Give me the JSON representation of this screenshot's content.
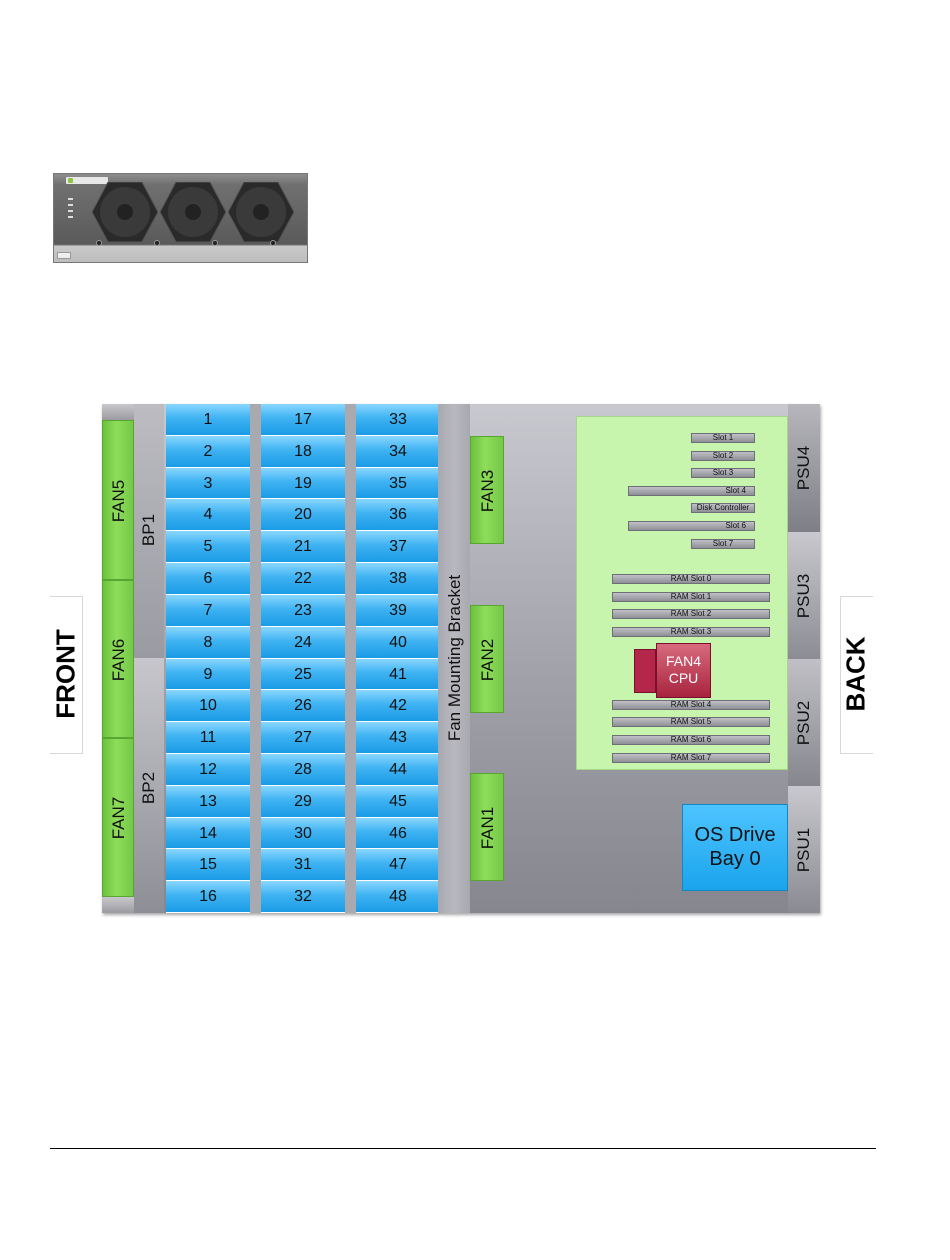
{
  "side_labels": {
    "front": "FRONT",
    "back": "BACK"
  },
  "fans": {
    "fan1": "FAN1",
    "fan2": "FAN2",
    "fan3": "FAN3",
    "fan5": "FAN5",
    "fan6": "FAN6",
    "fan7": "FAN7"
  },
  "backplanes": {
    "bp1": "BP1",
    "bp2": "BP2"
  },
  "bays": {
    "col1": [
      "1",
      "2",
      "3",
      "4",
      "5",
      "6",
      "7",
      "8",
      "9",
      "10",
      "11",
      "12",
      "13",
      "14",
      "15",
      "16"
    ],
    "col2": [
      "17",
      "18",
      "19",
      "20",
      "21",
      "22",
      "23",
      "24",
      "25",
      "26",
      "27",
      "28",
      "29",
      "30",
      "31",
      "32"
    ],
    "col3": [
      "33",
      "34",
      "35",
      "36",
      "37",
      "38",
      "39",
      "40",
      "41",
      "42",
      "43",
      "44",
      "45",
      "46",
      "47",
      "48"
    ]
  },
  "fan_bracket": "Fan Mounting Bracket",
  "pcie_slots": [
    "Slot 1",
    "Slot 2",
    "Slot 3",
    "Slot 4",
    "Disk Controller",
    "Slot 6",
    "Slot 7"
  ],
  "ram_slots": [
    "RAM Slot 0",
    "RAM Slot 1",
    "RAM Slot 2",
    "RAM Slot 3",
    "RAM Slot 4",
    "RAM Slot 5",
    "RAM Slot 6",
    "RAM Slot 7"
  ],
  "cpu": {
    "line1": "FAN4",
    "line2": "CPU"
  },
  "os_drive": {
    "line1": "OS Drive",
    "line2": "Bay 0"
  },
  "psus": {
    "psu1": "PSU1",
    "psu2": "PSU2",
    "psu3": "PSU3",
    "psu4": "PSU4"
  }
}
